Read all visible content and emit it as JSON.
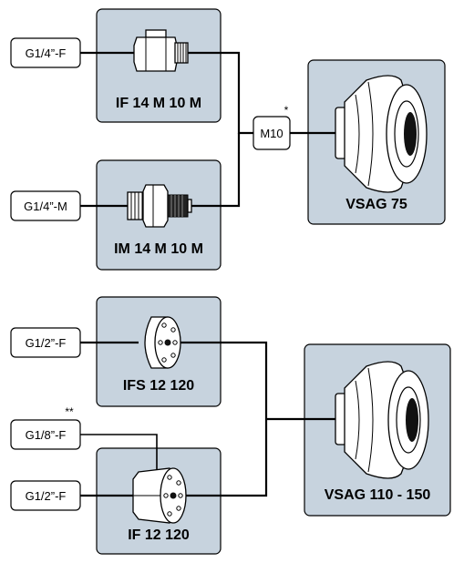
{
  "group1": {
    "input_top": "G1/4”-F",
    "input_bottom": "G1/4”-M",
    "adapter_top": "IF 14 M 10 M",
    "adapter_bottom": "IM 14 M 10 M",
    "thread": "M10",
    "thread_mark": "*",
    "cup": "VSAG 75"
  },
  "group2": {
    "input_top": "G1/2”-F",
    "input_mid": "G1/8”-F",
    "input_mid_mark": "**",
    "input_bottom": "G1/2”-F",
    "adapter_top": "IFS 12 120",
    "adapter_bottom": "IF 12 120",
    "cup": "VSAG 110 - 150"
  },
  "colors": {
    "panel": "#c7d3de",
    "line": "#000000",
    "part": "#ffffff"
  }
}
